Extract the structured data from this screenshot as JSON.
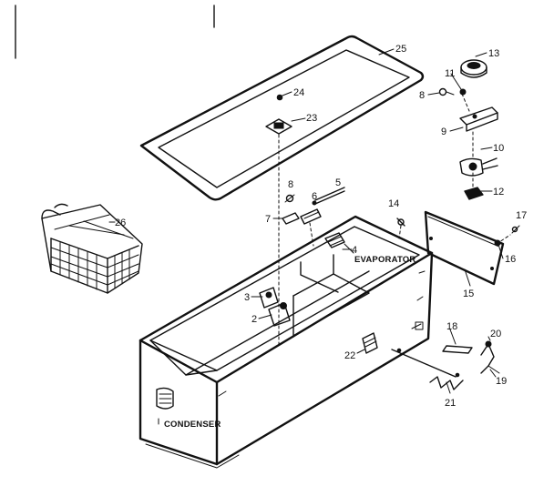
{
  "part_labels": {
    "p2": "2",
    "p3": "3",
    "p4": "4",
    "p5": "5",
    "p6": "6",
    "p7": "7",
    "p8a": "8",
    "p8b": "8",
    "p9": "9",
    "p10": "10",
    "p11": "11",
    "p12": "12",
    "p13": "13",
    "p14": "14",
    "p15": "15",
    "p16": "16",
    "p17": "17",
    "p18": "18",
    "p19": "19",
    "p20": "20",
    "p21": "21",
    "p22": "22",
    "p23": "23",
    "p24": "24",
    "p25": "25",
    "p26": "26"
  },
  "component_labels": {
    "evaporator": "EVAPORATOR",
    "condenser": "CONDENSER"
  }
}
